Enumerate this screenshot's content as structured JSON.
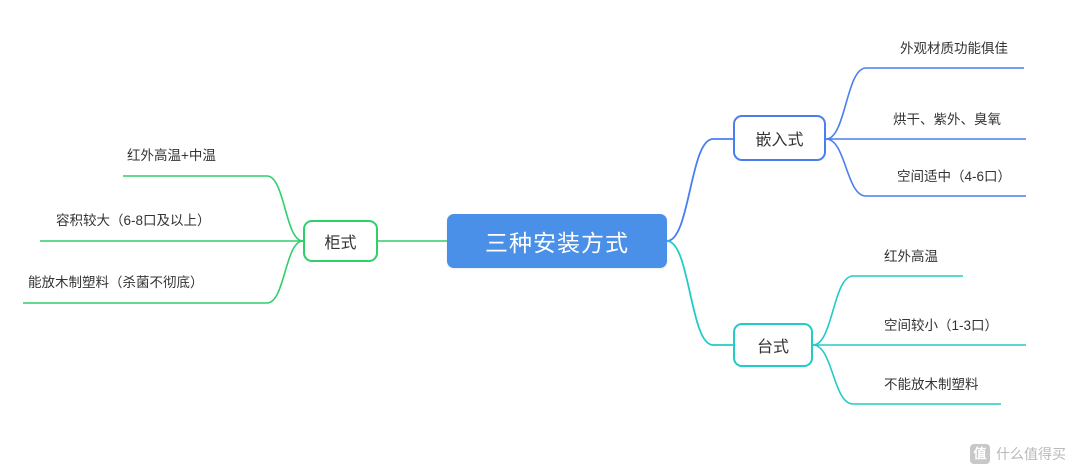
{
  "diagram": {
    "type": "mindmap",
    "root": {
      "label": "三种安装方式",
      "color": "#4a90e8"
    },
    "branches": [
      {
        "id": "cabinet",
        "label": "柜式",
        "side": "left",
        "color": "#2fcf6a",
        "leaves": [
          "红外高温+中温",
          "容积较大（6-8口及以上）",
          "能放木制塑料（杀菌不彻底）"
        ]
      },
      {
        "id": "embedded",
        "label": "嵌入式",
        "side": "right",
        "color": "#4a7ef0",
        "leaves": [
          "外观材质功能俱佳",
          "烘干、紫外、臭氧",
          "空间适中（4-6口）"
        ]
      },
      {
        "id": "desktop",
        "label": "台式",
        "side": "right",
        "color": "#22ccc6",
        "leaves": [
          "红外高温",
          "空间较小（1-3口）",
          "不能放木制塑料"
        ]
      }
    ]
  },
  "watermark": {
    "badge": "值",
    "text": "什么值得买"
  }
}
